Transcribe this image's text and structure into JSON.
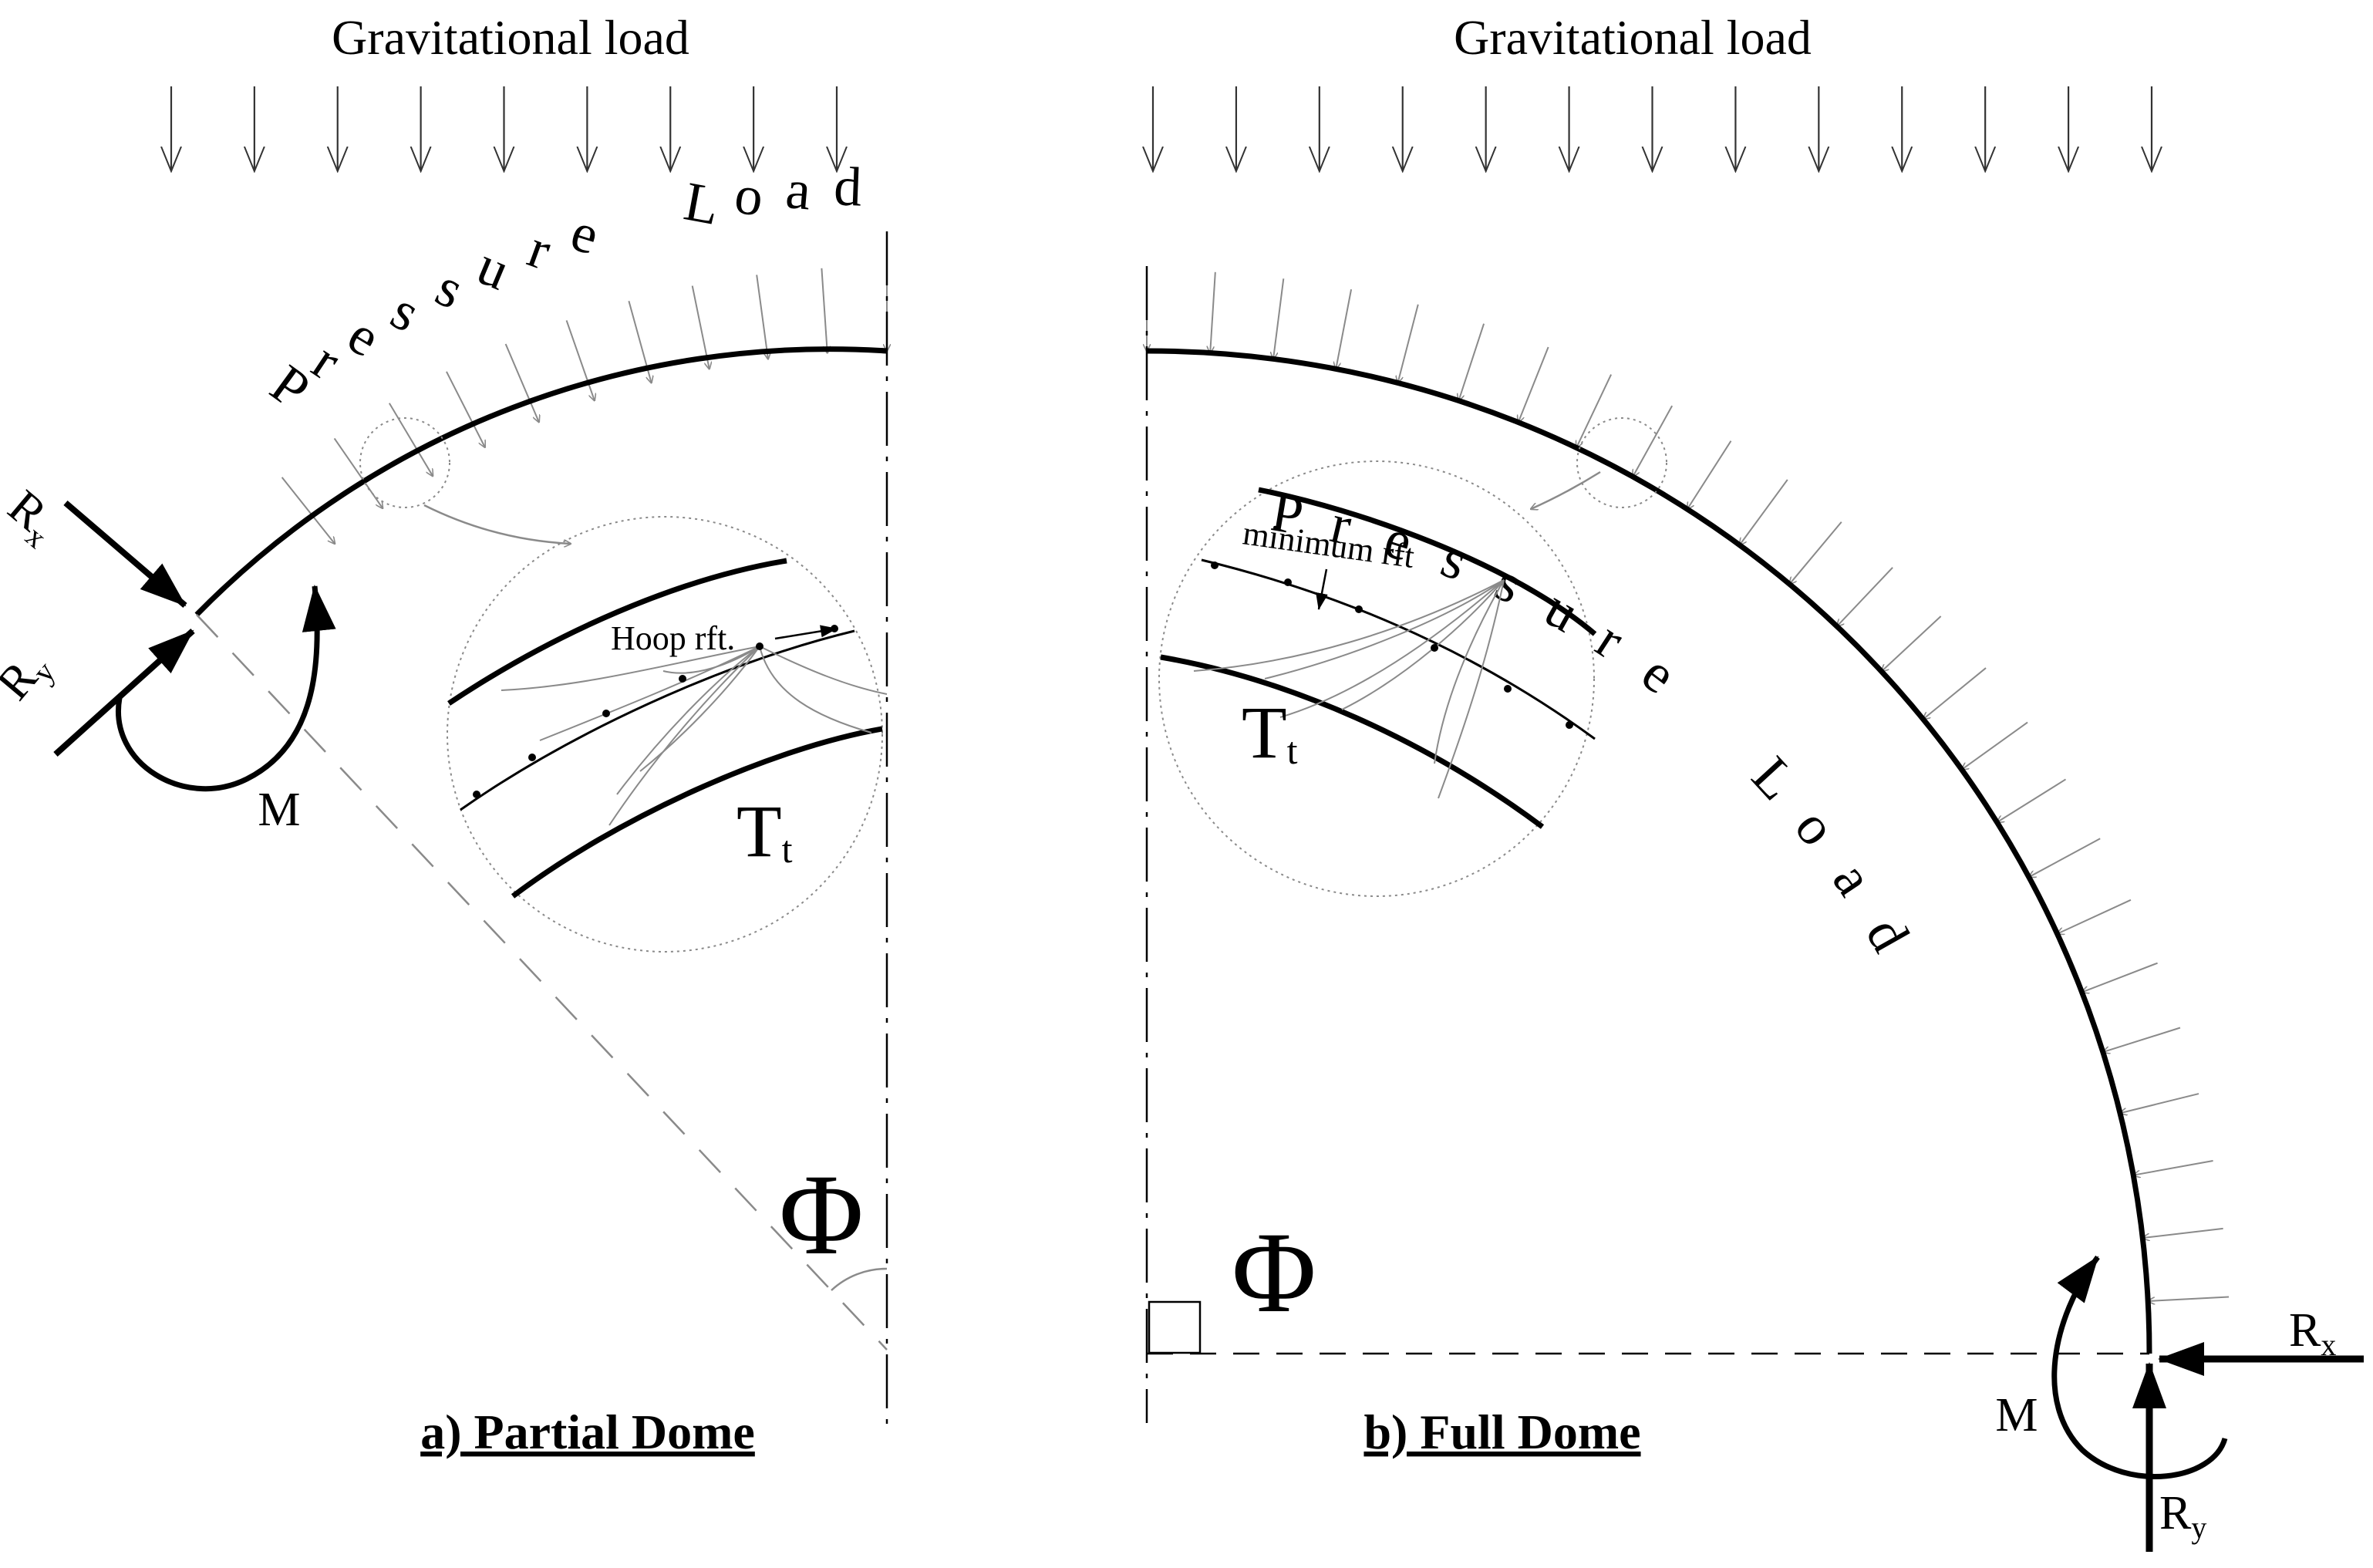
{
  "colors": {
    "ink": "#000000",
    "thin_line": "#8a8a8a",
    "dash": "#555555",
    "background": "#ffffff"
  },
  "partial": {
    "gravitational_load": "Gravitational load",
    "pressure_load_letters": [
      "P",
      "r",
      "e",
      "s",
      "s",
      "u",
      "r",
      "e",
      "L",
      "o",
      "a",
      "d"
    ],
    "rx_main": "R",
    "rx_sub": "x",
    "ry_main": "R",
    "ry_sub": "y",
    "moment": "M",
    "detail_note": "Hoop rft.",
    "tt_main": "T",
    "tt_sub": "t",
    "angle": "Φ",
    "title": "a) Partial Dome"
  },
  "full": {
    "gravitational_load": "Gravitational load",
    "pressure_load_letters": [
      "P",
      "r",
      "e",
      "s",
      "s",
      "u",
      "r",
      "e",
      "L",
      "o",
      "a",
      "d"
    ],
    "rx_main": "R",
    "rx_sub": "x",
    "ry_main": "R",
    "ry_sub": "y",
    "moment": "M",
    "detail_note": "minimum rft",
    "tt_main": "T",
    "tt_sub": "t",
    "angle": "Φ",
    "title": "b) Full Dome"
  }
}
